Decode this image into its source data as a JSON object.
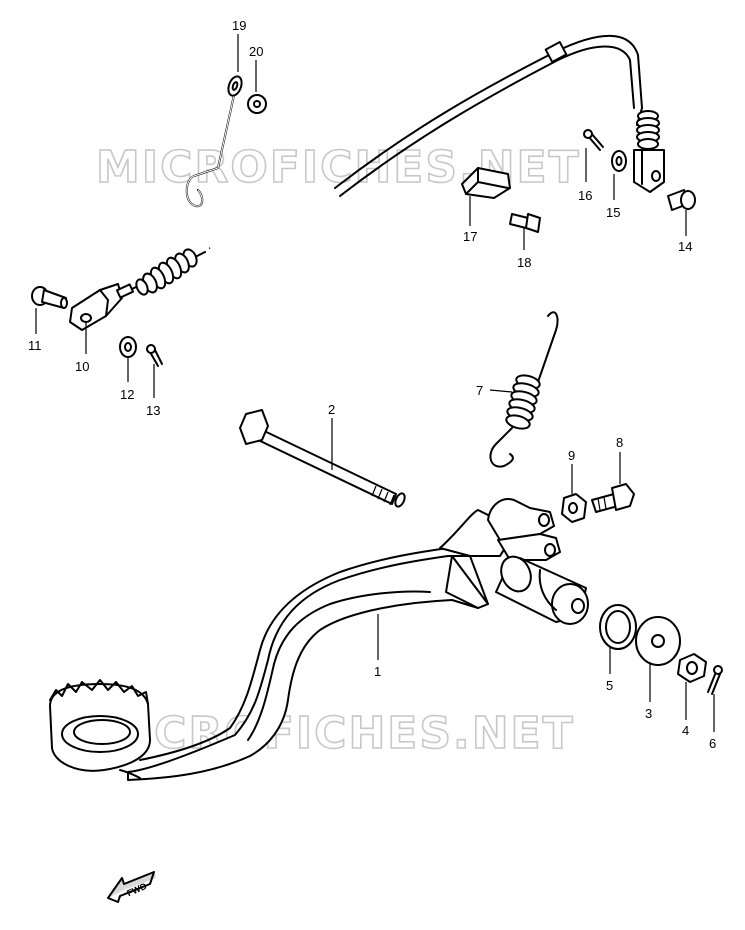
{
  "watermark": "MICROFICHES.NET",
  "direction_label": "FWD",
  "callouts": [
    {
      "id": "p1",
      "label": "1"
    },
    {
      "id": "p2",
      "label": "2"
    },
    {
      "id": "p3",
      "label": "3"
    },
    {
      "id": "p4",
      "label": "4"
    },
    {
      "id": "p5",
      "label": "5"
    },
    {
      "id": "p6",
      "label": "6"
    },
    {
      "id": "p7",
      "label": "7"
    },
    {
      "id": "p8",
      "label": "8"
    },
    {
      "id": "p9",
      "label": "9"
    },
    {
      "id": "p10",
      "label": "10"
    },
    {
      "id": "p11",
      "label": "11"
    },
    {
      "id": "p12",
      "label": "12"
    },
    {
      "id": "p13",
      "label": "13"
    },
    {
      "id": "p14",
      "label": "14"
    },
    {
      "id": "p15",
      "label": "15"
    },
    {
      "id": "p16",
      "label": "16"
    },
    {
      "id": "p17",
      "label": "17"
    },
    {
      "id": "p18",
      "label": "18"
    },
    {
      "id": "p19",
      "label": "19"
    },
    {
      "id": "p20",
      "label": "20"
    }
  ]
}
